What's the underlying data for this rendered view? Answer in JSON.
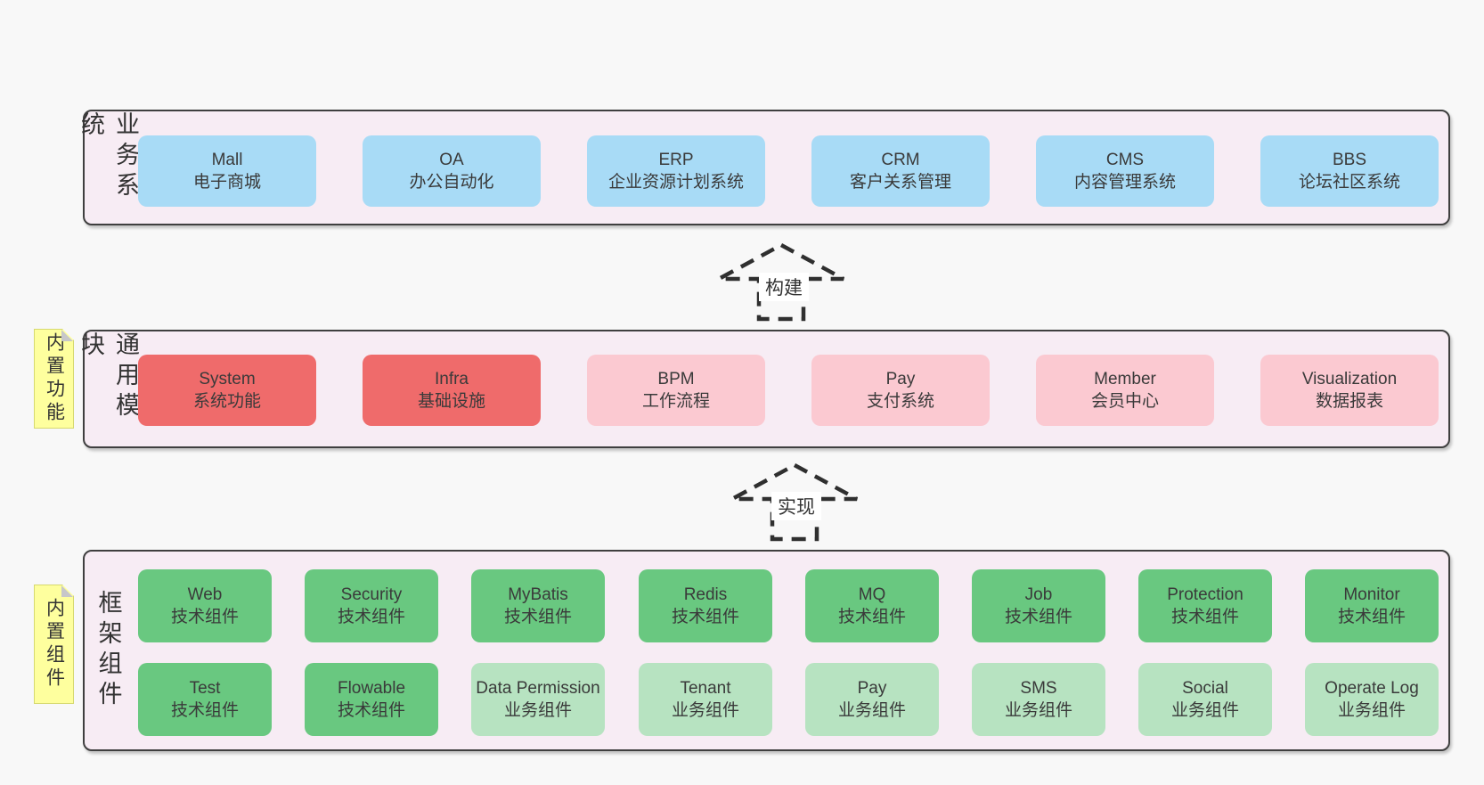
{
  "colors": {
    "blue": "#a8dbf6",
    "red": "#ef6b6b",
    "pink": "#fbc9d1",
    "green": "#69c880",
    "lightgreen": "#b7e3c1",
    "sticky_bg": "#feff9e",
    "sticky_border": "#d6d96f",
    "sticky_fold": "#c7c7c9",
    "container_bg": "#f7ecf4",
    "container_border": "#3f3f3f",
    "arrow_stroke": "#2f2f2f",
    "text": "#3a3a3a"
  },
  "layers": [
    {
      "id": "business",
      "label": "业务系统",
      "rows": [
        [
          {
            "title": "Mall",
            "subtitle": "电子商城",
            "variant": "blue"
          },
          {
            "title": "OA",
            "subtitle": "办公自动化",
            "variant": "blue"
          },
          {
            "title": "ERP",
            "subtitle": "企业资源计划系统",
            "variant": "blue"
          },
          {
            "title": "CRM",
            "subtitle": "客户关系管理",
            "variant": "blue"
          },
          {
            "title": "CMS",
            "subtitle": "内容管理系统",
            "variant": "blue"
          },
          {
            "title": "BBS",
            "subtitle": "论坛社区系统",
            "variant": "blue"
          }
        ]
      ]
    },
    {
      "id": "modules",
      "label": "通用模块",
      "sticky": "内置功能",
      "rows": [
        [
          {
            "title": "System",
            "subtitle": "系统功能",
            "variant": "red"
          },
          {
            "title": "Infra",
            "subtitle": "基础设施",
            "variant": "red"
          },
          {
            "title": "BPM",
            "subtitle": "工作流程",
            "variant": "pink"
          },
          {
            "title": "Pay",
            "subtitle": "支付系统",
            "variant": "pink"
          },
          {
            "title": "Member",
            "subtitle": "会员中心",
            "variant": "pink"
          },
          {
            "title": "Visualization",
            "subtitle": "数据报表",
            "variant": "pink"
          }
        ]
      ]
    },
    {
      "id": "components",
      "label": "框架组件",
      "sticky": "内置组件",
      "rows": [
        [
          {
            "title": "Web",
            "subtitle": "技术组件",
            "variant": "green"
          },
          {
            "title": "Security",
            "subtitle": "技术组件",
            "variant": "green"
          },
          {
            "title": "MyBatis",
            "subtitle": "技术组件",
            "variant": "green"
          },
          {
            "title": "Redis",
            "subtitle": "技术组件",
            "variant": "green"
          },
          {
            "title": "MQ",
            "subtitle": "技术组件",
            "variant": "green"
          },
          {
            "title": "Job",
            "subtitle": "技术组件",
            "variant": "green"
          },
          {
            "title": "Protection",
            "subtitle": "技术组件",
            "variant": "green"
          },
          {
            "title": "Monitor",
            "subtitle": "技术组件",
            "variant": "green"
          }
        ],
        [
          {
            "title": "Test",
            "subtitle": "技术组件",
            "variant": "green"
          },
          {
            "title": "Flowable",
            "subtitle": "技术组件",
            "variant": "green"
          },
          {
            "title": "Data Permission",
            "subtitle": "业务组件",
            "variant": "lightgreen"
          },
          {
            "title": "Tenant",
            "subtitle": "业务组件",
            "variant": "lightgreen"
          },
          {
            "title": "Pay",
            "subtitle": "业务组件",
            "variant": "lightgreen"
          },
          {
            "title": "SMS",
            "subtitle": "业务组件",
            "variant": "lightgreen"
          },
          {
            "title": "Social",
            "subtitle": "业务组件",
            "variant": "lightgreen"
          },
          {
            "title": "Operate Log",
            "subtitle": "业务组件",
            "variant": "lightgreen"
          }
        ]
      ]
    }
  ],
  "arrows": [
    {
      "label": "构建"
    },
    {
      "label": "实现"
    }
  ]
}
